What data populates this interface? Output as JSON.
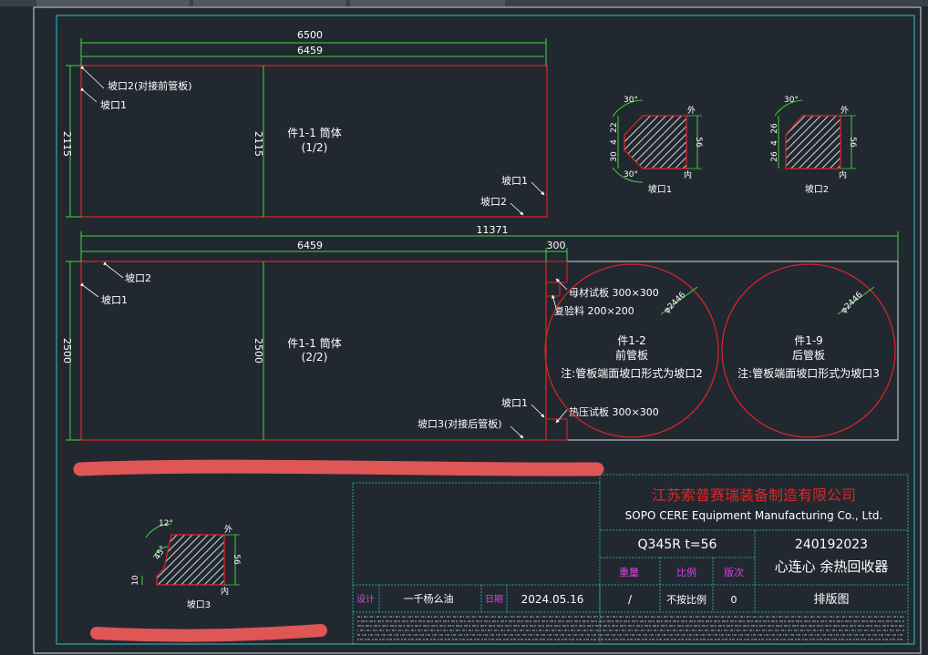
{
  "window": {
    "tabs": [
      "",
      "",
      ""
    ]
  },
  "top_view": {
    "dim_overall": "6500",
    "dim_width": "6459",
    "dim_height_left": "2115",
    "dim_height_mid": "2115",
    "part_title": "件1-1 筒体",
    "part_sub": "(1/2)",
    "callouts": [
      "坡口2(对接前管板)",
      "坡口1",
      "坡口1",
      "坡口2"
    ]
  },
  "bottom_view": {
    "dim_overall": "11371",
    "dim_width": "6459",
    "dim_gap": "300",
    "dim_height_left": "2500",
    "dim_height_mid": "2500",
    "part_title": "件1-1 筒体",
    "part_sub": "(2/2)",
    "callouts": [
      "坡口2",
      "坡口1",
      "坡口1",
      "坡口3(对接后管板)",
      "母材试板 300×300",
      "复验料 200×200",
      "热压试板 300×300"
    ],
    "front_plate": {
      "diameter": "φ2446",
      "title": "件1-2",
      "name": "前管板",
      "note": "注:管板端面坡口形式为坡口2"
    },
    "rear_plate": {
      "diameter": "φ2446",
      "title": "件1-9",
      "name": "后管板",
      "note": "注:管板端面坡口形式为坡口3"
    }
  },
  "bevel1": {
    "angle_top": "30°",
    "angle_bot": "30°",
    "dims_left": [
      "22",
      "4",
      "30"
    ],
    "dim_right": "56",
    "label_out": "外",
    "label_in": "内",
    "caption": "坡口1"
  },
  "bevel2": {
    "angle_top": "30°",
    "dims_left": [
      "26",
      "4",
      "26"
    ],
    "dim_right": "56",
    "label_out": "外",
    "label_in": "内",
    "caption": "坡口2"
  },
  "bevel3": {
    "angle_top": "12°",
    "angle_mid": "45°",
    "dim_left": "10",
    "dim_right": "56",
    "label_out": "外",
    "label_in": "内",
    "caption": "坡口3"
  },
  "title_block": {
    "company_cn": "江苏索普赛瑞装备制造有限公司",
    "company_en": "SOPO CERE Equipment Manufacturing Co., Ltd.",
    "material": "Q345R t=56",
    "drawing_no": "240192023",
    "project": "心连心 余热回收器",
    "drawn_by_label": "设计",
    "drawn_by_value": "一千杨么油",
    "date_label": "日期",
    "date_value": "2024.05.16",
    "weight_label": "重量",
    "weight_value": "/",
    "scale_label": "比例",
    "scale_value": "不按比例",
    "sheet_label": "版次",
    "sheet_value": "0",
    "drawing_title": "排版图"
  },
  "colors": {
    "background": "#212830",
    "outline": "#e02525",
    "dimension": "#3ed63e",
    "text": "#ffffff",
    "frame": "#d8dde2",
    "titleblock": "#2dc8c8",
    "company": "#e02525",
    "highlighter": "#f05a5a",
    "yellow": "#f0e050",
    "magenta": "#e040e0"
  }
}
